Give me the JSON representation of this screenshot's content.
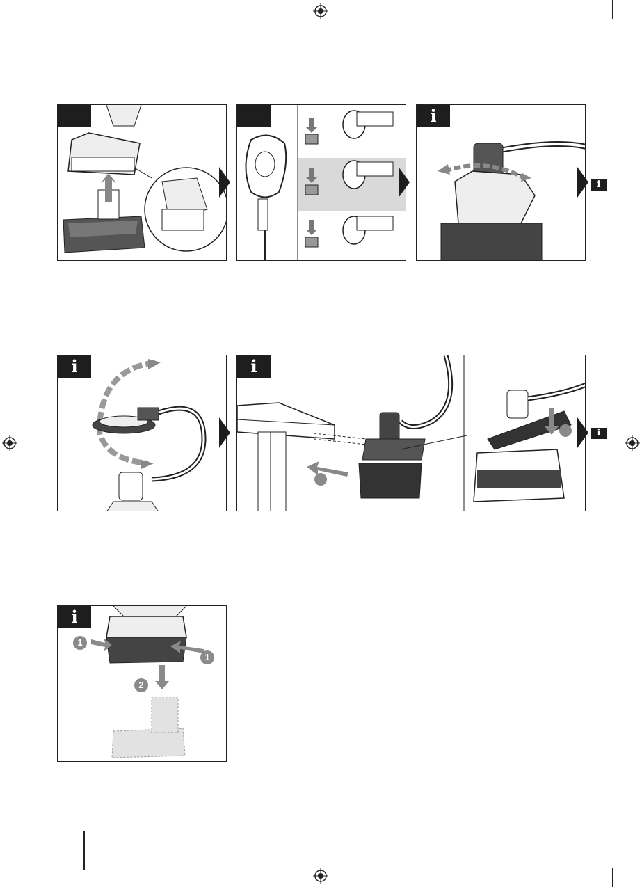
{
  "page": {
    "info_symbol": "i",
    "callouts": {
      "one": "1",
      "two": "2"
    }
  },
  "colors": {
    "ink": "#1e1e1e",
    "grey": "#8a8a8a",
    "shade": "#d9d9d9"
  },
  "icons": [
    "registration-mark-icon",
    "info-icon",
    "next-step-arrow-icon"
  ]
}
